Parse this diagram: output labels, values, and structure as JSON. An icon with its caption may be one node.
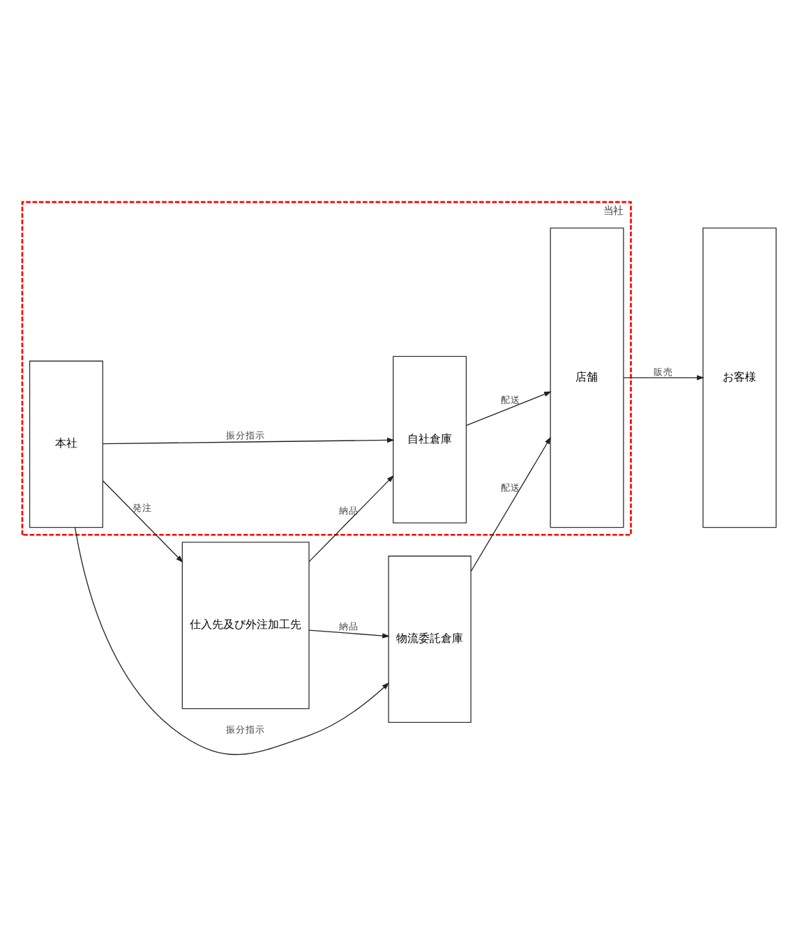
{
  "diagram": {
    "nodes": [
      {
        "text": [
          "当社"
        ]
      },
      {
        "text": [
          "仕入先及び外注加工先"
        ]
      },
      {
        "text": [
          "本社"
        ],
        "in": 0
      },
      {
        "text": [
          "自社倉庫"
        ],
        "in": 0
      },
      {
        "text": [
          "店舗"
        ],
        "in": 0
      },
      {
        "text": [
          "物流委託倉庫"
        ]
      },
      {
        "text": [
          "お客様"
        ]
      }
    ],
    "edges": [
      {
        "from": 2,
        "to": 1,
        "arrow": "to",
        "label": "発注"
      },
      {
        "from": 2,
        "to": 3,
        "arrow": "to",
        "label": "振分指示"
      },
      {
        "from": 2,
        "to": 5,
        "arrow": "to",
        "label": "振分指示"
      },
      {
        "from": 1,
        "to": 3,
        "arrow": "to",
        "label": "納品"
      },
      {
        "from": 1,
        "to": 5,
        "arrow": "to",
        "label": "納品"
      },
      {
        "from": 3,
        "to": 4,
        "arrow": "to",
        "label": "配送"
      },
      {
        "from": 5,
        "to": 4,
        "arrow": "to",
        "label": "配送"
      },
      {
        "from": 4,
        "to": 6,
        "arrow": "to",
        "label": "販売"
      }
    ]
  }
}
